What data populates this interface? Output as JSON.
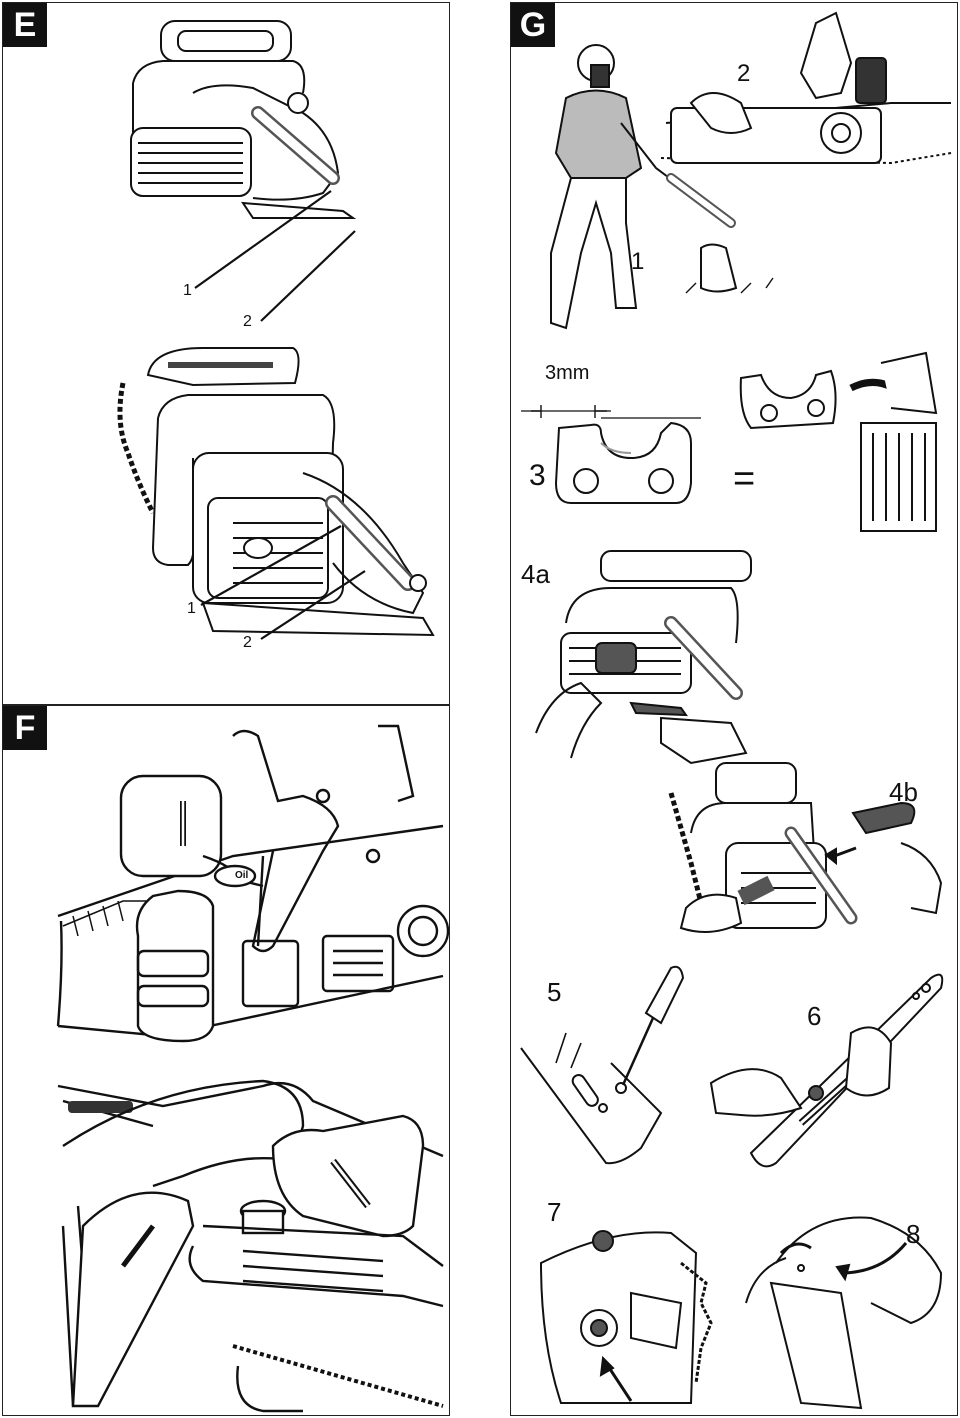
{
  "panels": {
    "e": {
      "badge": "E",
      "top_callouts": [
        "1",
        "2"
      ],
      "bottom_callouts": [
        "1",
        "2"
      ]
    },
    "f": {
      "badge": "F"
    },
    "g": {
      "badge": "G",
      "steps": {
        "s1": "1",
        "s2": "2",
        "s3": "3",
        "gap": "3mm",
        "equals": "=",
        "s4a": "4a",
        "s4b": "4b",
        "s5": "5",
        "s6": "6",
        "s7": "7",
        "s8": "8"
      }
    }
  },
  "colors": {
    "line": "#111111",
    "fill_dark": "#333333",
    "fill_mid": "#888888",
    "background": "#ffffff"
  },
  "icons": [
    "chainsaw-illustration",
    "oil-bottle-illustration",
    "worker-illustration",
    "chain-link-illustration",
    "trash-bin-icon",
    "screwdriver-illustration",
    "arrow-icon"
  ]
}
